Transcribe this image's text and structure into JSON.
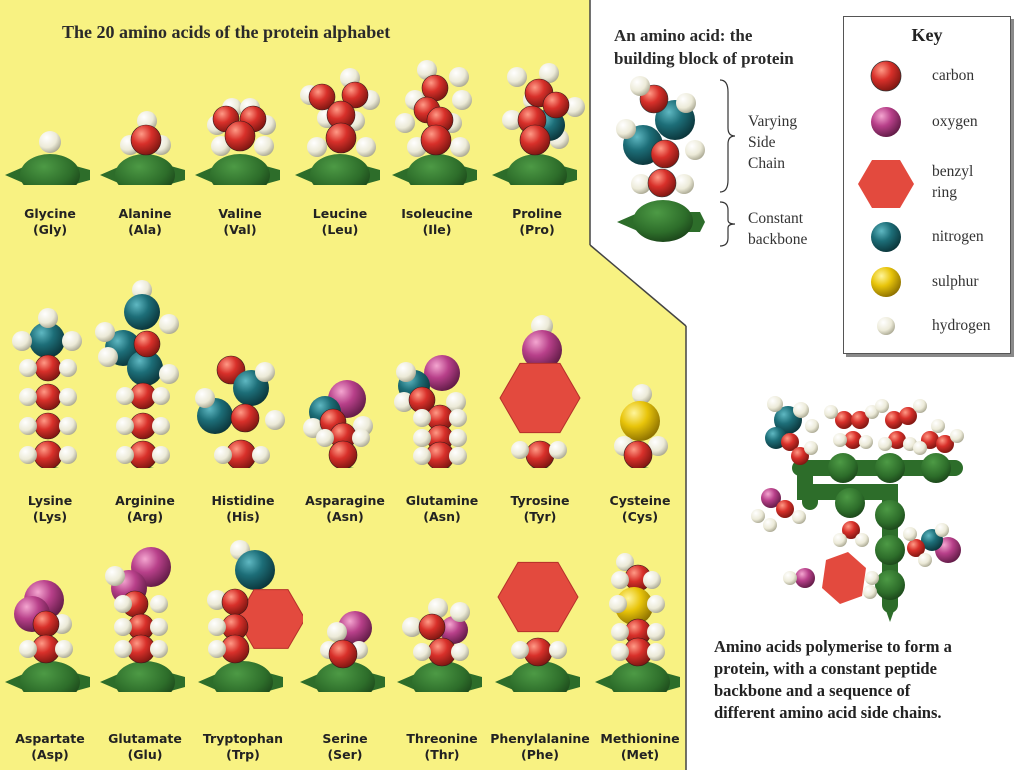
{
  "main_title": "The 20 amino acids of the protein alphabet",
  "amino_acids": [
    {
      "name": "Glycine",
      "abbr": "(Gly)"
    },
    {
      "name": "Alanine",
      "abbr": "(Ala)"
    },
    {
      "name": "Valine",
      "abbr": "(Val)"
    },
    {
      "name": "Leucine",
      "abbr": "(Leu)"
    },
    {
      "name": "Isoleucine",
      "abbr": "(Ile)"
    },
    {
      "name": "Proline",
      "abbr": "(Pro)"
    },
    {
      "name": "Lysine",
      "abbr": "(Lys)"
    },
    {
      "name": "Arginine",
      "abbr": "(Arg)"
    },
    {
      "name": "Histidine",
      "abbr": "(His)"
    },
    {
      "name": "Asparagine",
      "abbr": "(Asn)"
    },
    {
      "name": "Glutamine",
      "abbr": "(Asn)"
    },
    {
      "name": "Tyrosine",
      "abbr": "(Tyr)"
    },
    {
      "name": "Cysteine",
      "abbr": "(Cys)"
    },
    {
      "name": "Aspartate",
      "abbr": "(Asp)"
    },
    {
      "name": "Glutamate",
      "abbr": "(Glu)"
    },
    {
      "name": "Tryptophan",
      "abbr": "(Trp)"
    },
    {
      "name": "Serine",
      "abbr": "(Ser)"
    },
    {
      "name": "Threonine",
      "abbr": "(Thr)"
    },
    {
      "name": "Phenylalanine",
      "abbr": "(Phe)"
    },
    {
      "name": "Methionine",
      "abbr": "(Met)"
    }
  ],
  "panel": {
    "title_line1": "An amino acid: the",
    "title_line2": "building block of protein",
    "side_chain_line1": "Varying",
    "side_chain_line2": "Side",
    "side_chain_line3": "Chain",
    "backbone_line1": "Constant",
    "backbone_line2": "backbone"
  },
  "key": {
    "title": "Key",
    "items": [
      {
        "label": "carbon",
        "color": "#d8302a"
      },
      {
        "label": "oxygen",
        "color": "#b8408a"
      },
      {
        "label": "benzyl",
        "label2": "ring",
        "color": "#e34a3e"
      },
      {
        "label": "nitrogen",
        "color": "#1d6e78"
      },
      {
        "label": "sulphur",
        "color": "#e8c40a"
      },
      {
        "label": "hydrogen",
        "color": "#f2f0e4"
      }
    ]
  },
  "caption": {
    "line1": "Amino acids polymerise to form a",
    "line2": "protein, with a constant peptide",
    "line3": "backbone and a sequence of",
    "line4": "different amino acid side chains."
  },
  "colors": {
    "panel_yellow": "#f8f282",
    "backbone_green": "#2d6d2a",
    "carbon": "#d8302a",
    "oxygen": "#b8408a",
    "nitrogen": "#1d6e78",
    "sulphur": "#e8c40a",
    "hydrogen": "#f2f0e4",
    "ring": "#e34a3e"
  }
}
